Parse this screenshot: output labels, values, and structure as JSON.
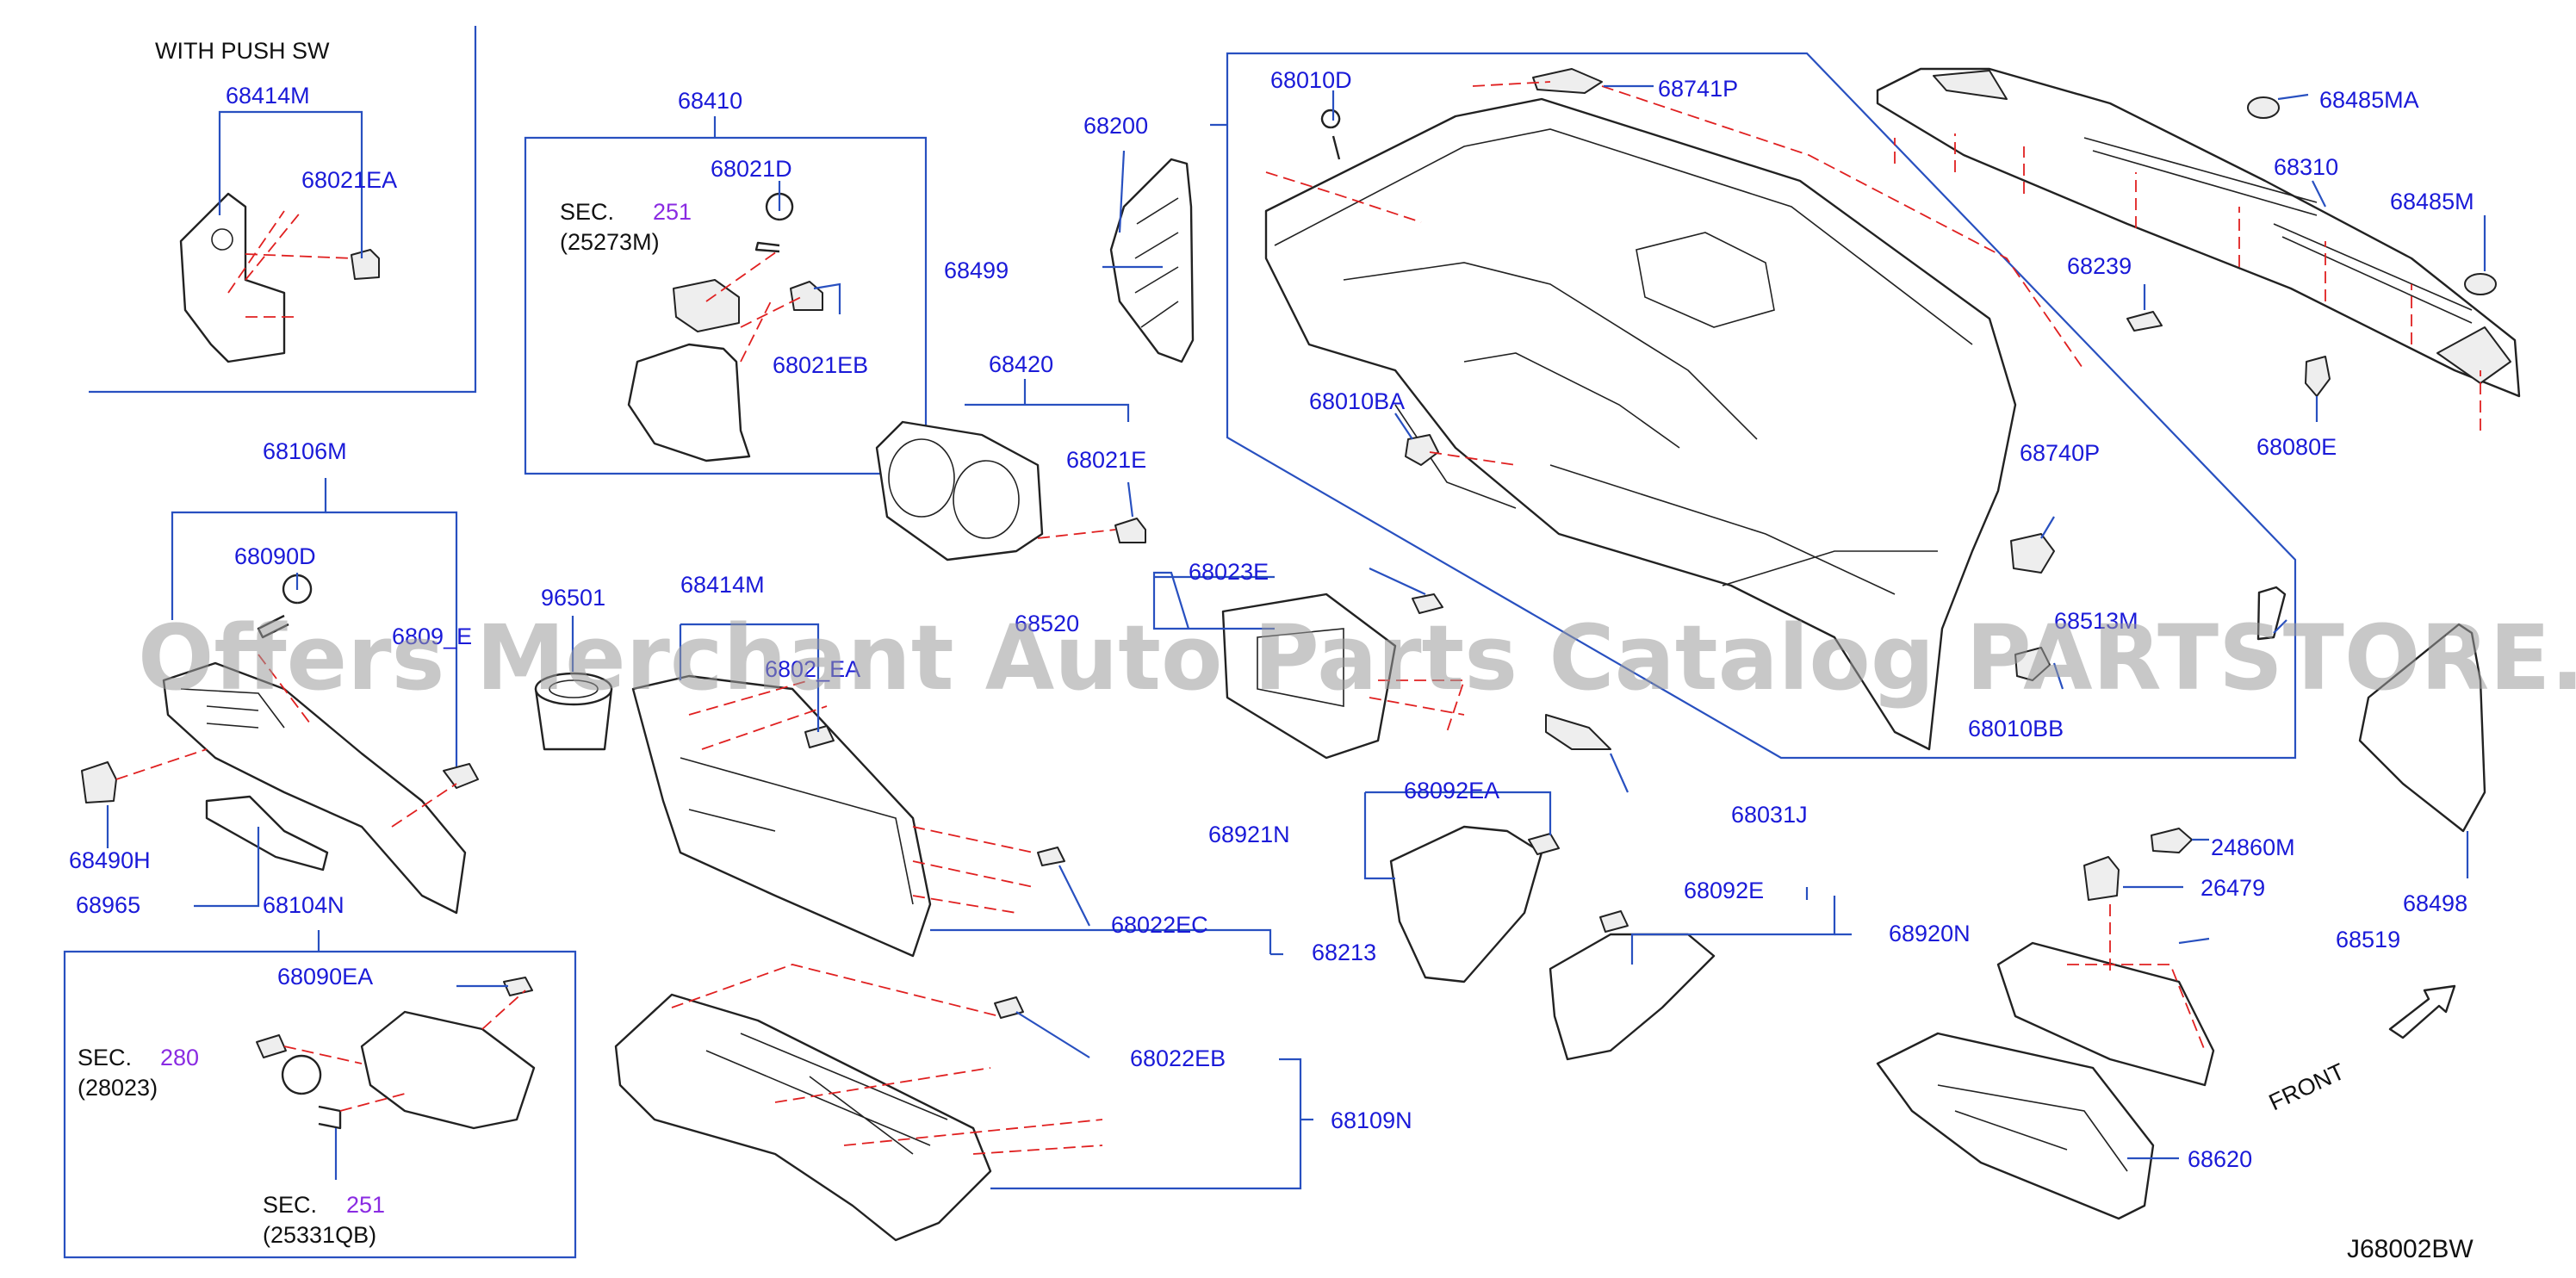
{
  "diagram_code": "J68002BW",
  "watermark": "Offers Merchant Auto Parts Catalog PARTSTORE.SA",
  "front_label": "FRONT",
  "inset_header": "WITH   PUSH   SW",
  "sec_refs": [
    {
      "prefix": "SEC.",
      "number": "251",
      "code": "(25273M)"
    },
    {
      "prefix": "SEC.",
      "number": "280",
      "code": "(28023)"
    },
    {
      "prefix": "SEC.",
      "number": "251",
      "code": "(25331QB)"
    }
  ],
  "part_labels": {
    "p68414M_a": "68414M",
    "p68021EA_a": "68021EA",
    "p68410": "68410",
    "p68021D": "68021D",
    "p68021EB": "68021EB",
    "p68200": "68200",
    "p68010D": "68010D",
    "p68741P": "68741P",
    "p68485MA": "68485MA",
    "p68310": "68310",
    "p68485M": "68485M",
    "p68499": "68499",
    "p68420": "68420",
    "p68021E": "68021E",
    "p68239": "68239",
    "p68010BA": "68010BA",
    "p68080E": "68080E",
    "p68740P": "68740P",
    "p68106M": "68106M",
    "p68090D": "68090D",
    "p6809xE": "6809_E",
    "p96501": "96501",
    "p68414M_b": "68414M",
    "p6802xEA": "6802_EA",
    "p68520": "68520",
    "p68023E": "68023E",
    "p68513M": "68513M",
    "p68010BB": "68010BB",
    "p68490H": "68490H",
    "p68965": "68965",
    "p68104N": "68104N",
    "p68031J": "68031J",
    "p68092EA": "68092EA",
    "p68921N": "68921N",
    "p68022EC": "68022EC",
    "p68213": "68213",
    "p68092E": "68092E",
    "p68920N": "68920N",
    "p24860M": "24860M",
    "p26479": "26479",
    "p68519": "68519",
    "p68498": "68498",
    "p68090EA": "68090EA",
    "p68022EB": "68022EB",
    "p68109N": "68109N",
    "p68620": "68620"
  }
}
